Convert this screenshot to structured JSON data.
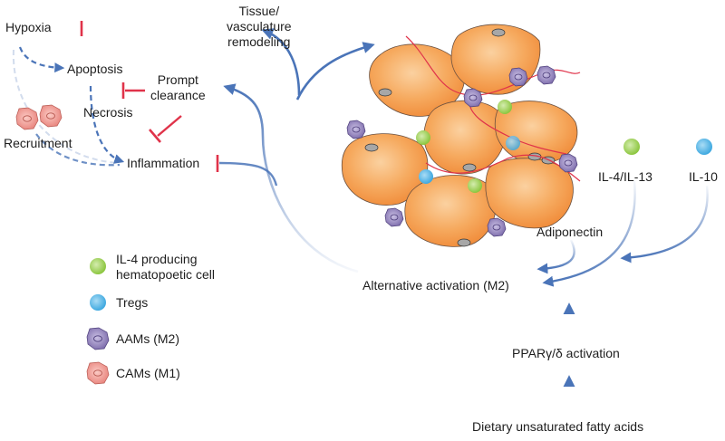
{
  "labels": {
    "hypoxia": "Hypoxia",
    "tissue_remodeling": "Tissue/\nvasculature\nremodeling",
    "apoptosis": "Apoptosis",
    "prompt_clearance": "Prompt\nclearance",
    "necrosis": "Necrosis",
    "recruitment": "Recruitment",
    "inflammation": "Inflammation",
    "il4_il13": "IL-4/IL-13",
    "il10": "IL-10",
    "adiponectin": "Adiponectin",
    "alternative_activation": "Alternative activation (M2)",
    "ppar": "PPARγ/δ activation",
    "dietary": "Dietary unsaturated fatty acids"
  },
  "legend": [
    {
      "label": "IL-4 producing\nhematopoetic cell",
      "icon": "green-cell-icon",
      "color": "#8cc63f"
    },
    {
      "label": "Tregs",
      "icon": "blue-cell-icon",
      "color": "#3fa9e0"
    },
    {
      "label": "AAMs (M2)",
      "icon": "purple-macrophage-icon",
      "color": "#7b6aaa"
    },
    {
      "label": "CAMs (M1)",
      "icon": "red-macrophage-icon",
      "color": "#e8837c"
    }
  ],
  "colors": {
    "arrow_blue": "#4a74b8",
    "inhibit_red": "#e0334a",
    "adipocyte": "#f7a25a",
    "il4_cell": "#8cc63f",
    "treg": "#3fa9e0",
    "aam": "#7b6aaa",
    "cam": "#e8837c"
  }
}
